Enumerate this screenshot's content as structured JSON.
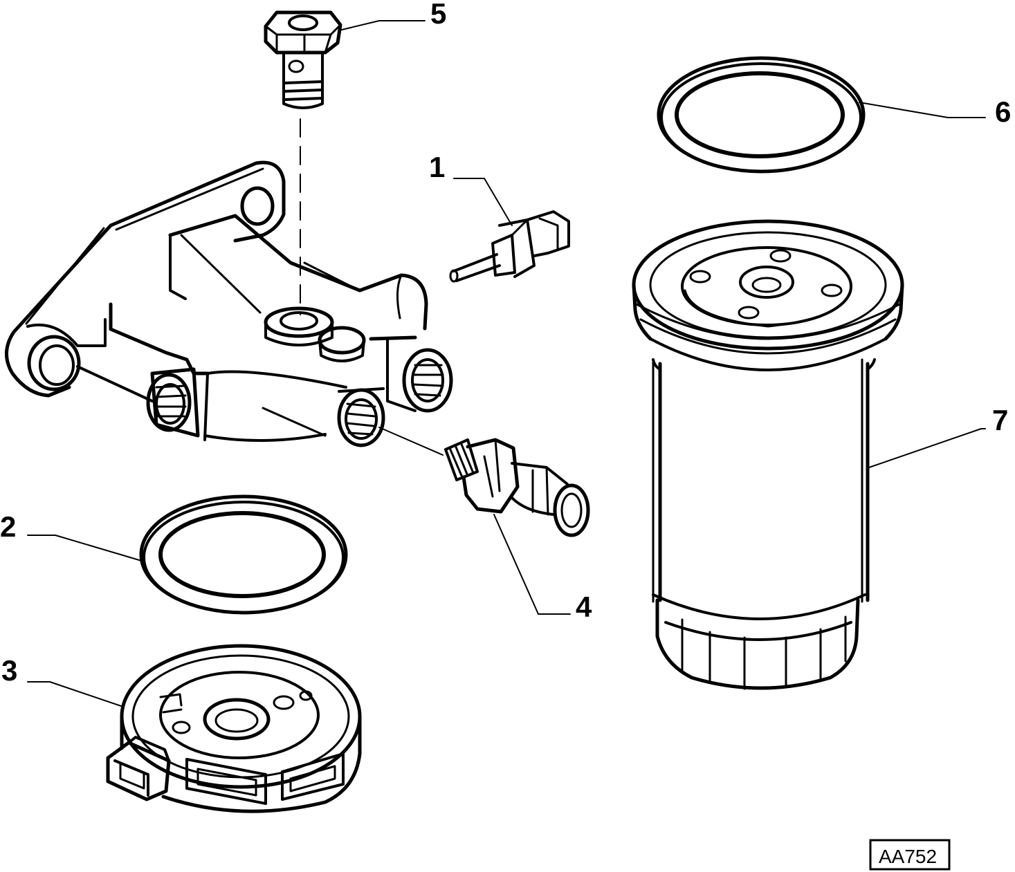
{
  "callouts": {
    "c1": "1",
    "c2": "2",
    "c3": "3",
    "c4": "4",
    "c5": "5",
    "c6": "6",
    "c7": "7"
  },
  "reference_code": "AA752",
  "colors": {
    "line": "#000000",
    "background": "#ffffff"
  }
}
